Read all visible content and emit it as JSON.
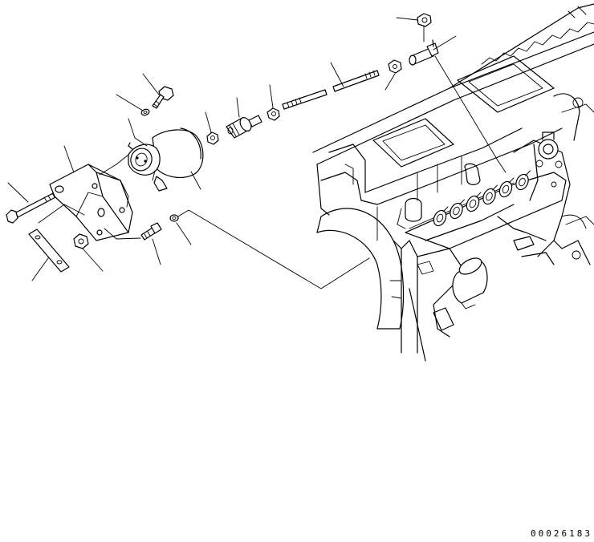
{
  "drawing": {
    "drawing_number": "00026183"
  },
  "parts": [
    "bolt-long",
    "bracket",
    "spacer-bar",
    "nut-bracket",
    "bolt-top",
    "washer-top",
    "solenoid",
    "nipple",
    "washer-nipple",
    "nut-rod-a",
    "joint",
    "nut-rod-b",
    "rod",
    "nut-rod-end",
    "nut-top",
    "ball-joint"
  ],
  "colors": {
    "line": "#000000",
    "background": "#ffffff"
  }
}
